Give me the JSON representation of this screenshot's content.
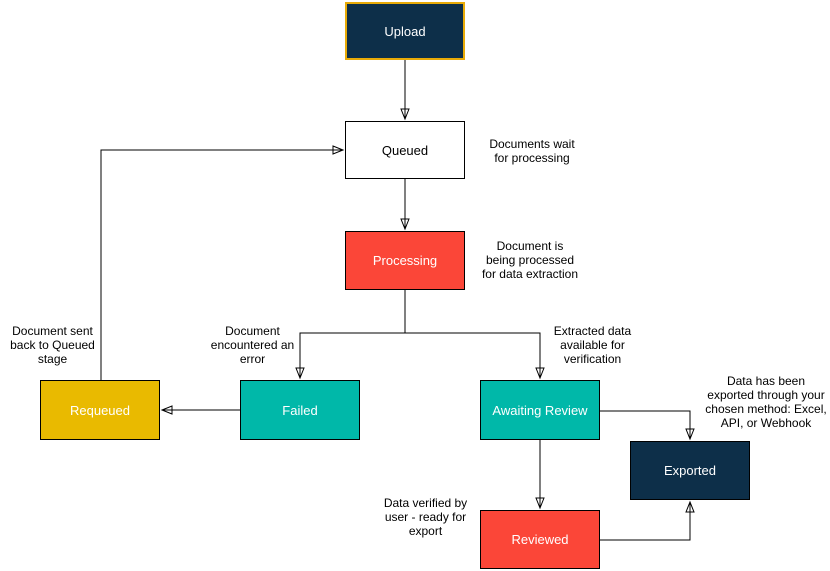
{
  "diagram": {
    "nodes": {
      "upload": {
        "label": "Upload"
      },
      "queued": {
        "label": "Queued"
      },
      "processing": {
        "label": "Processing"
      },
      "requeued": {
        "label": "Requeued"
      },
      "failed": {
        "label": "Failed"
      },
      "awaiting_review": {
        "label": "Awaiting Review"
      },
      "exported": {
        "label": "Exported"
      },
      "reviewed": {
        "label": "Reviewed"
      }
    },
    "annotations": {
      "queued_note": "Documents wait\nfor processing",
      "processing_note": "Document is\nbeing processed\nfor data extraction",
      "requeued_note": "Document sent\nback to Queued\nstage",
      "failed_note": "Document\nencountered an\nerror",
      "awaiting_note": "Extracted data\navailable for\nverification",
      "exported_note": "Data has been\nexported through your\nchosen method: Excel,\nAPI, or Webhook",
      "reviewed_note": "Data verified by\nuser - ready for\nexport"
    },
    "colors": {
      "navy_fill": "#0d2f49",
      "upload_border_gold": "#e8ab08",
      "teal_fill": "#00b8a9",
      "red_fill": "#fb4638",
      "gold_fill": "#e9ba00",
      "queued_fill": "#ffffff",
      "node_border": "#000000",
      "connector": "#000000",
      "annotation_text": "#000000",
      "node_label_light": "#ffffff",
      "node_label_dark": "#000000"
    }
  }
}
